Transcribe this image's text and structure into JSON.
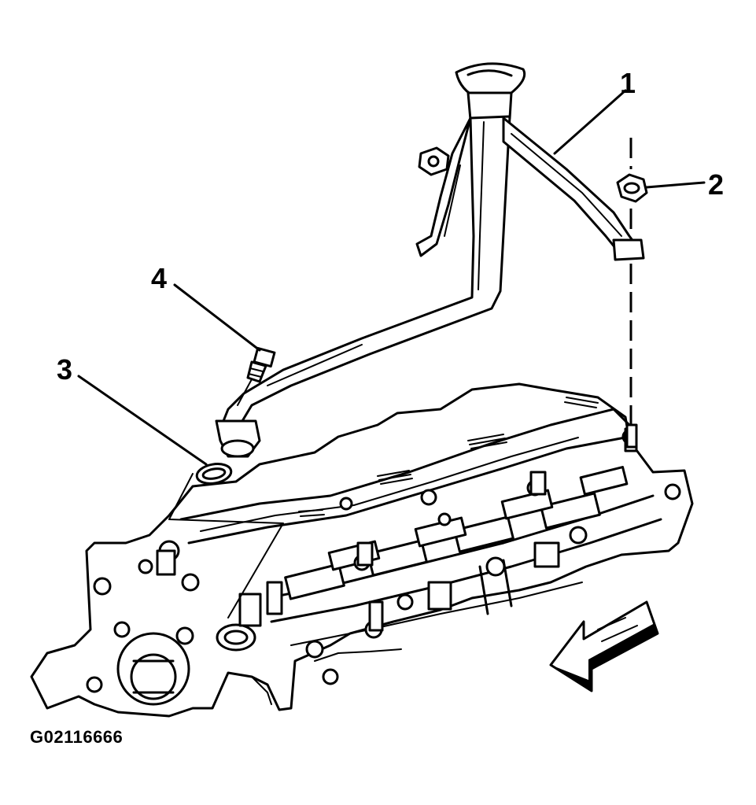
{
  "figure_id": "G02116666",
  "callouts": [
    {
      "number": "1",
      "part": "oil-fill-tube"
    },
    {
      "number": "2",
      "part": "nut"
    },
    {
      "number": "3",
      "part": "seal"
    },
    {
      "number": "4",
      "part": "bolt"
    }
  ],
  "colors": {
    "ink": "#000000",
    "paper": "#ffffff"
  },
  "icons": {
    "direction_arrow": "front-arrow-icon"
  }
}
